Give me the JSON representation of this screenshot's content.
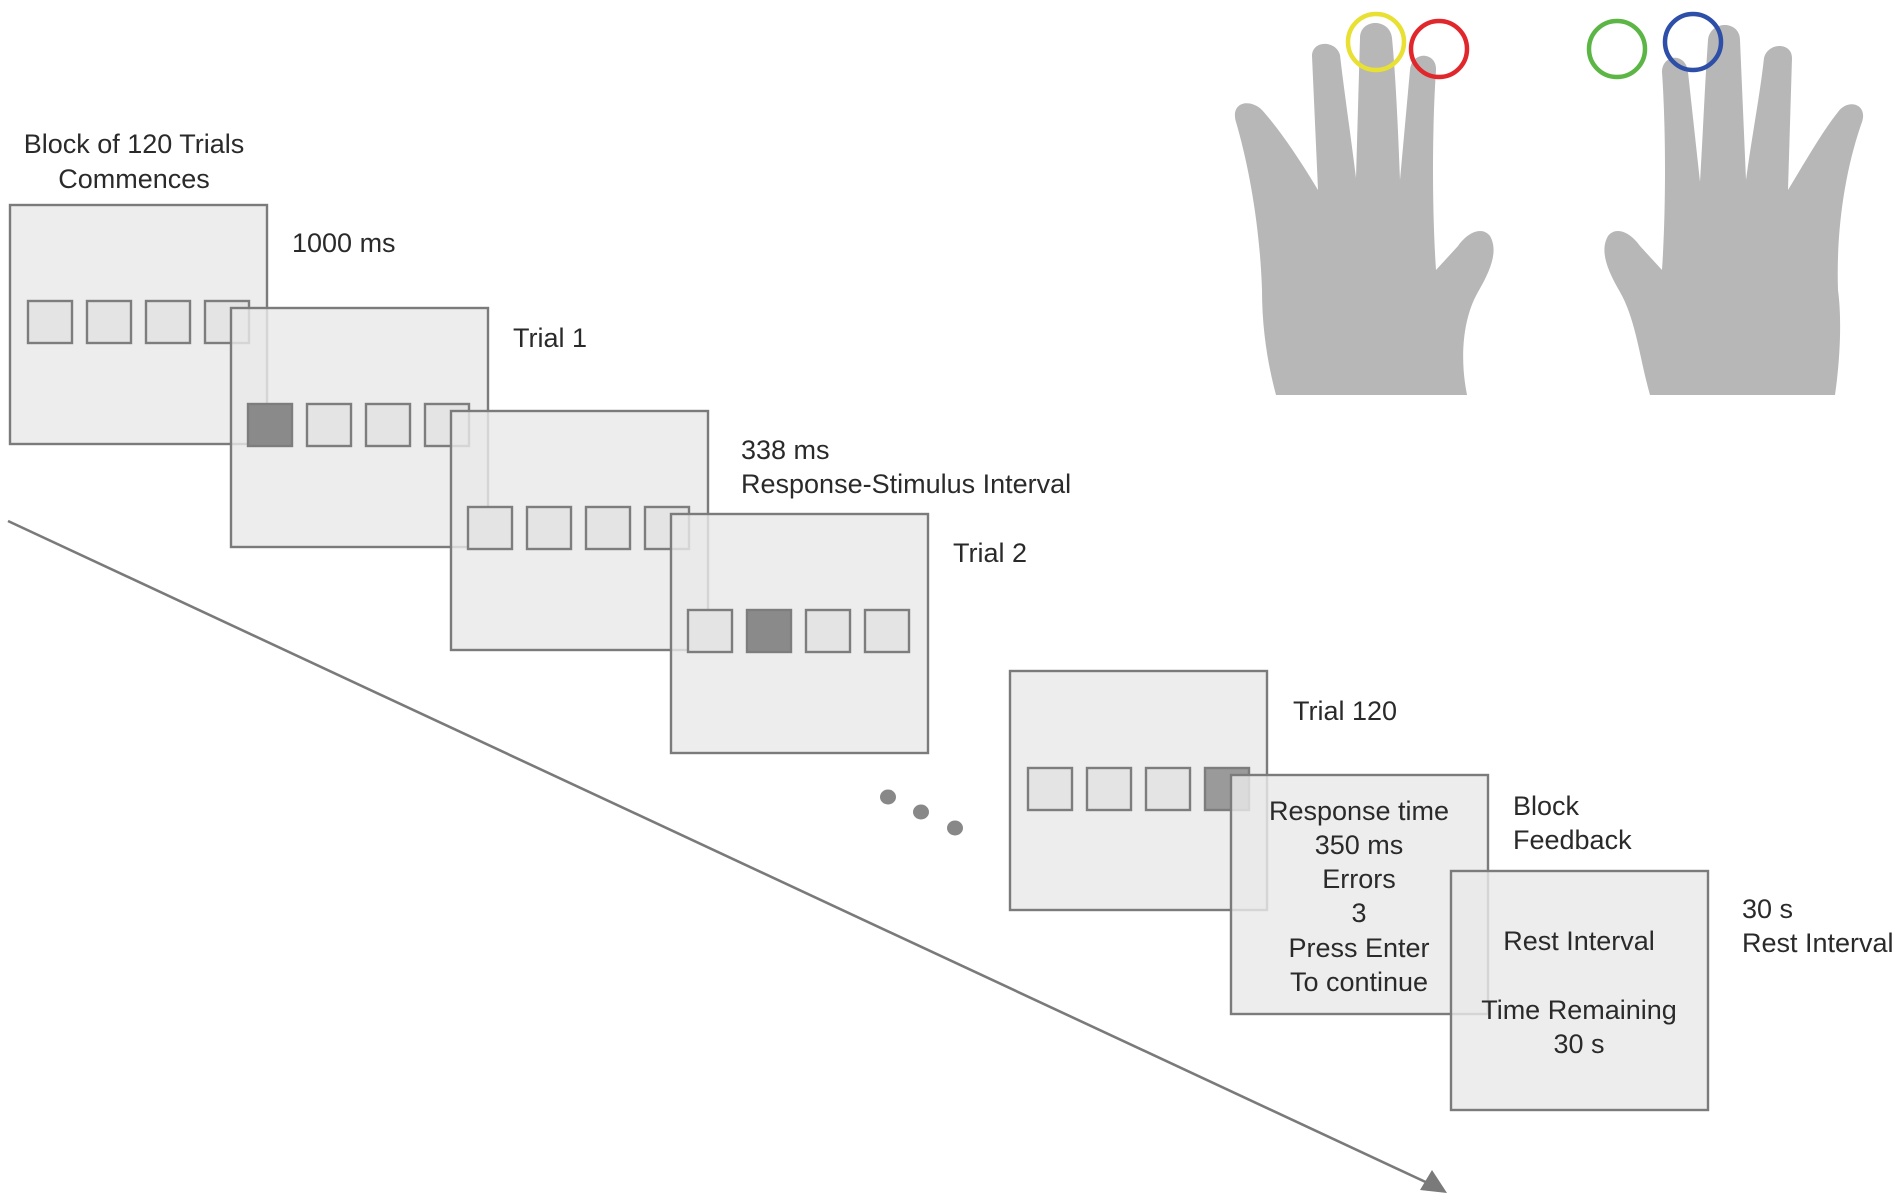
{
  "labels": {
    "block_title_line1": "Block of 120 Trials",
    "block_title_line2": "Commences",
    "fixation_duration": "1000 ms",
    "trial_1": "Trial 1",
    "rsi_duration": "338 ms",
    "rsi_label": "Response-Stimulus Interval",
    "trial_2": "Trial 2",
    "trial_120": "Trial 120",
    "feedback_line1": "Block",
    "feedback_line2": "Feedback",
    "rest_duration": "30 s",
    "rest_label": "Rest Interval"
  },
  "feedback_screen": {
    "lines": [
      "Response time",
      "350 ms",
      "Errors",
      "3",
      "Press Enter",
      "To continue"
    ]
  },
  "rest_screen": {
    "title": "Rest Interval",
    "remaining_label": "Time Remaining",
    "remaining_value": "30 s"
  },
  "screens": [
    {
      "name": "fixation",
      "active_box": null
    },
    {
      "name": "trial-1",
      "active_box": 1
    },
    {
      "name": "rsi",
      "active_box": null
    },
    {
      "name": "trial-2",
      "active_box": 2
    },
    {
      "name": "trial-120",
      "active_box": 4
    }
  ],
  "finger_rings": [
    {
      "hand": "left",
      "finger": "middle",
      "color": "#e8e032"
    },
    {
      "hand": "left",
      "finger": "index",
      "color": "#e0282c"
    },
    {
      "hand": "right",
      "finger": "index",
      "color": "#5cb645"
    },
    {
      "hand": "right",
      "finger": "middle",
      "color": "#2d4fa8"
    }
  ],
  "colors": {
    "screen_fill": "#e9e9e9",
    "active_stimulus": "#8a8a8a",
    "hand": "#b7b7b7",
    "timeline_arrow": "#7a7a7a"
  }
}
